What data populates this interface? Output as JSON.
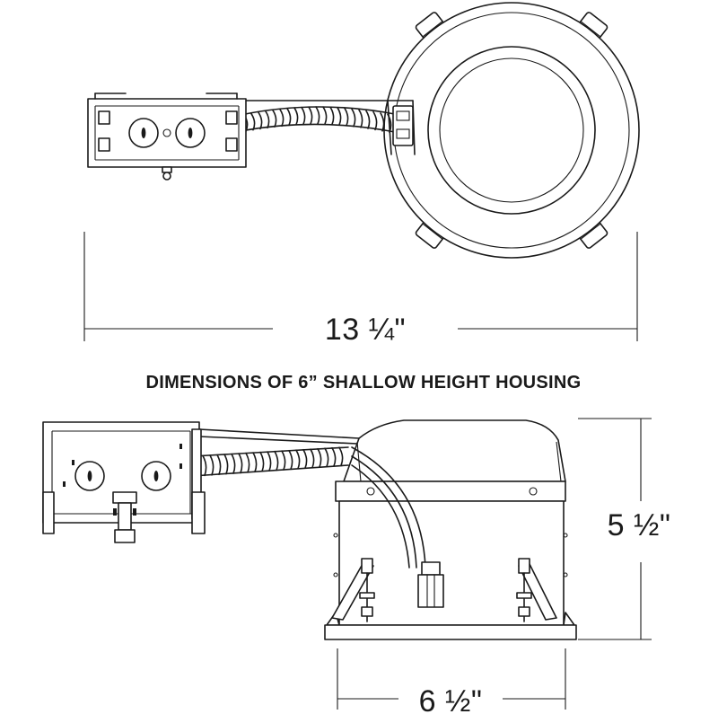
{
  "title": "DIMENSIONS OF 6” SHALLOW HEIGHT HOUSING",
  "dimensions": {
    "overall_length": "13 ¼\"",
    "height": "5 ½\"",
    "width": "6 ½\""
  },
  "colors": {
    "line": "#1a1a1a",
    "background": "#ffffff"
  }
}
